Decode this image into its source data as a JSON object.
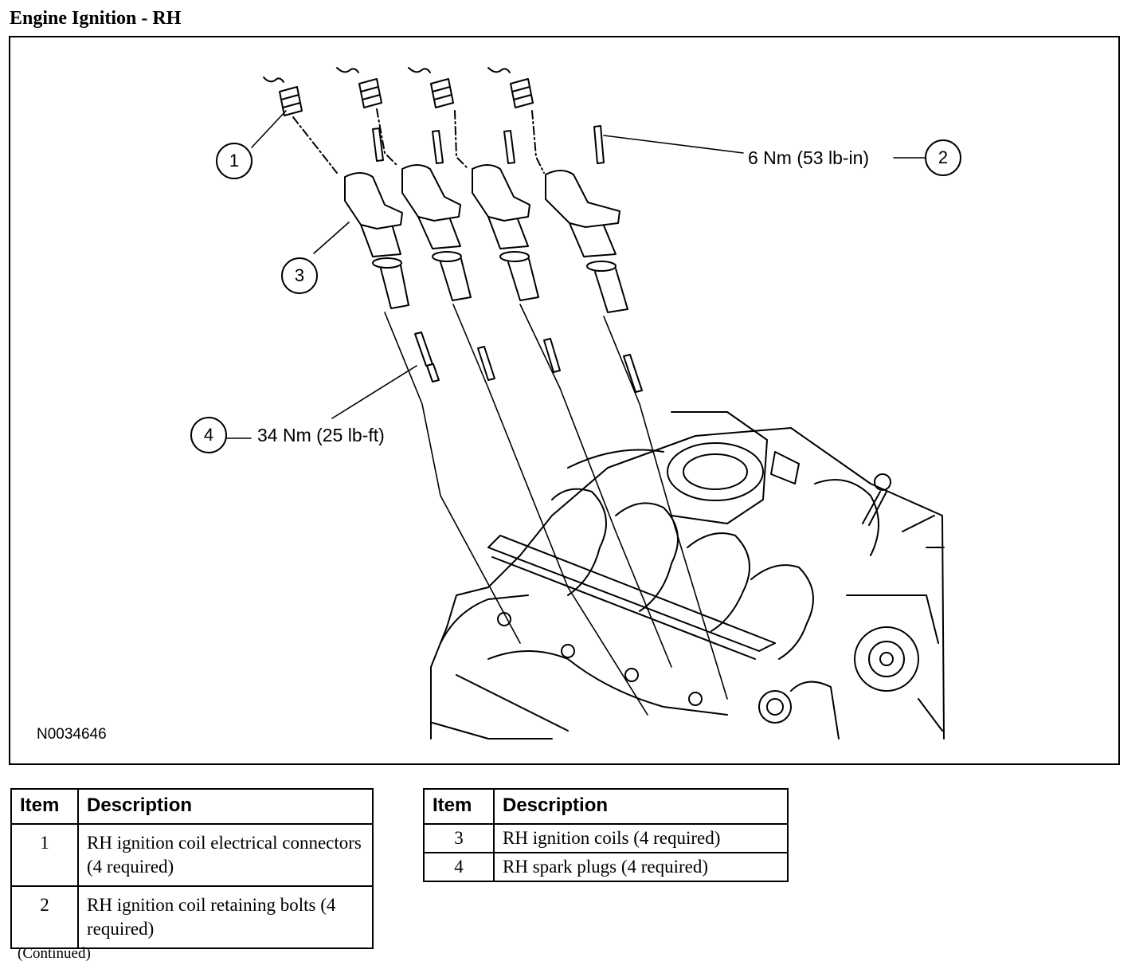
{
  "page_title": "Engine Ignition - RH",
  "figure": {
    "figure_id": "N0034646",
    "callouts": [
      "1",
      "2",
      "3",
      "4"
    ],
    "torque_labels": {
      "bolt": "6 Nm (53 lb-in)",
      "spark_plug": "34 Nm (25 lb-ft)"
    }
  },
  "legend_tables": [
    {
      "headers": [
        "Item",
        "Description"
      ],
      "rows": [
        {
          "item": "1",
          "description": "RH ignition coil electrical connectors (4 required)"
        },
        {
          "item": "2",
          "description": "RH ignition coil retaining bolts (4 required)"
        }
      ]
    },
    {
      "headers": [
        "Item",
        "Description"
      ],
      "rows": [
        {
          "item": "3",
          "description": "RH ignition coils (4 required)"
        },
        {
          "item": "4",
          "description": "RH spark plugs (4 required)"
        }
      ]
    }
  ],
  "footer_note": "(Continued)"
}
